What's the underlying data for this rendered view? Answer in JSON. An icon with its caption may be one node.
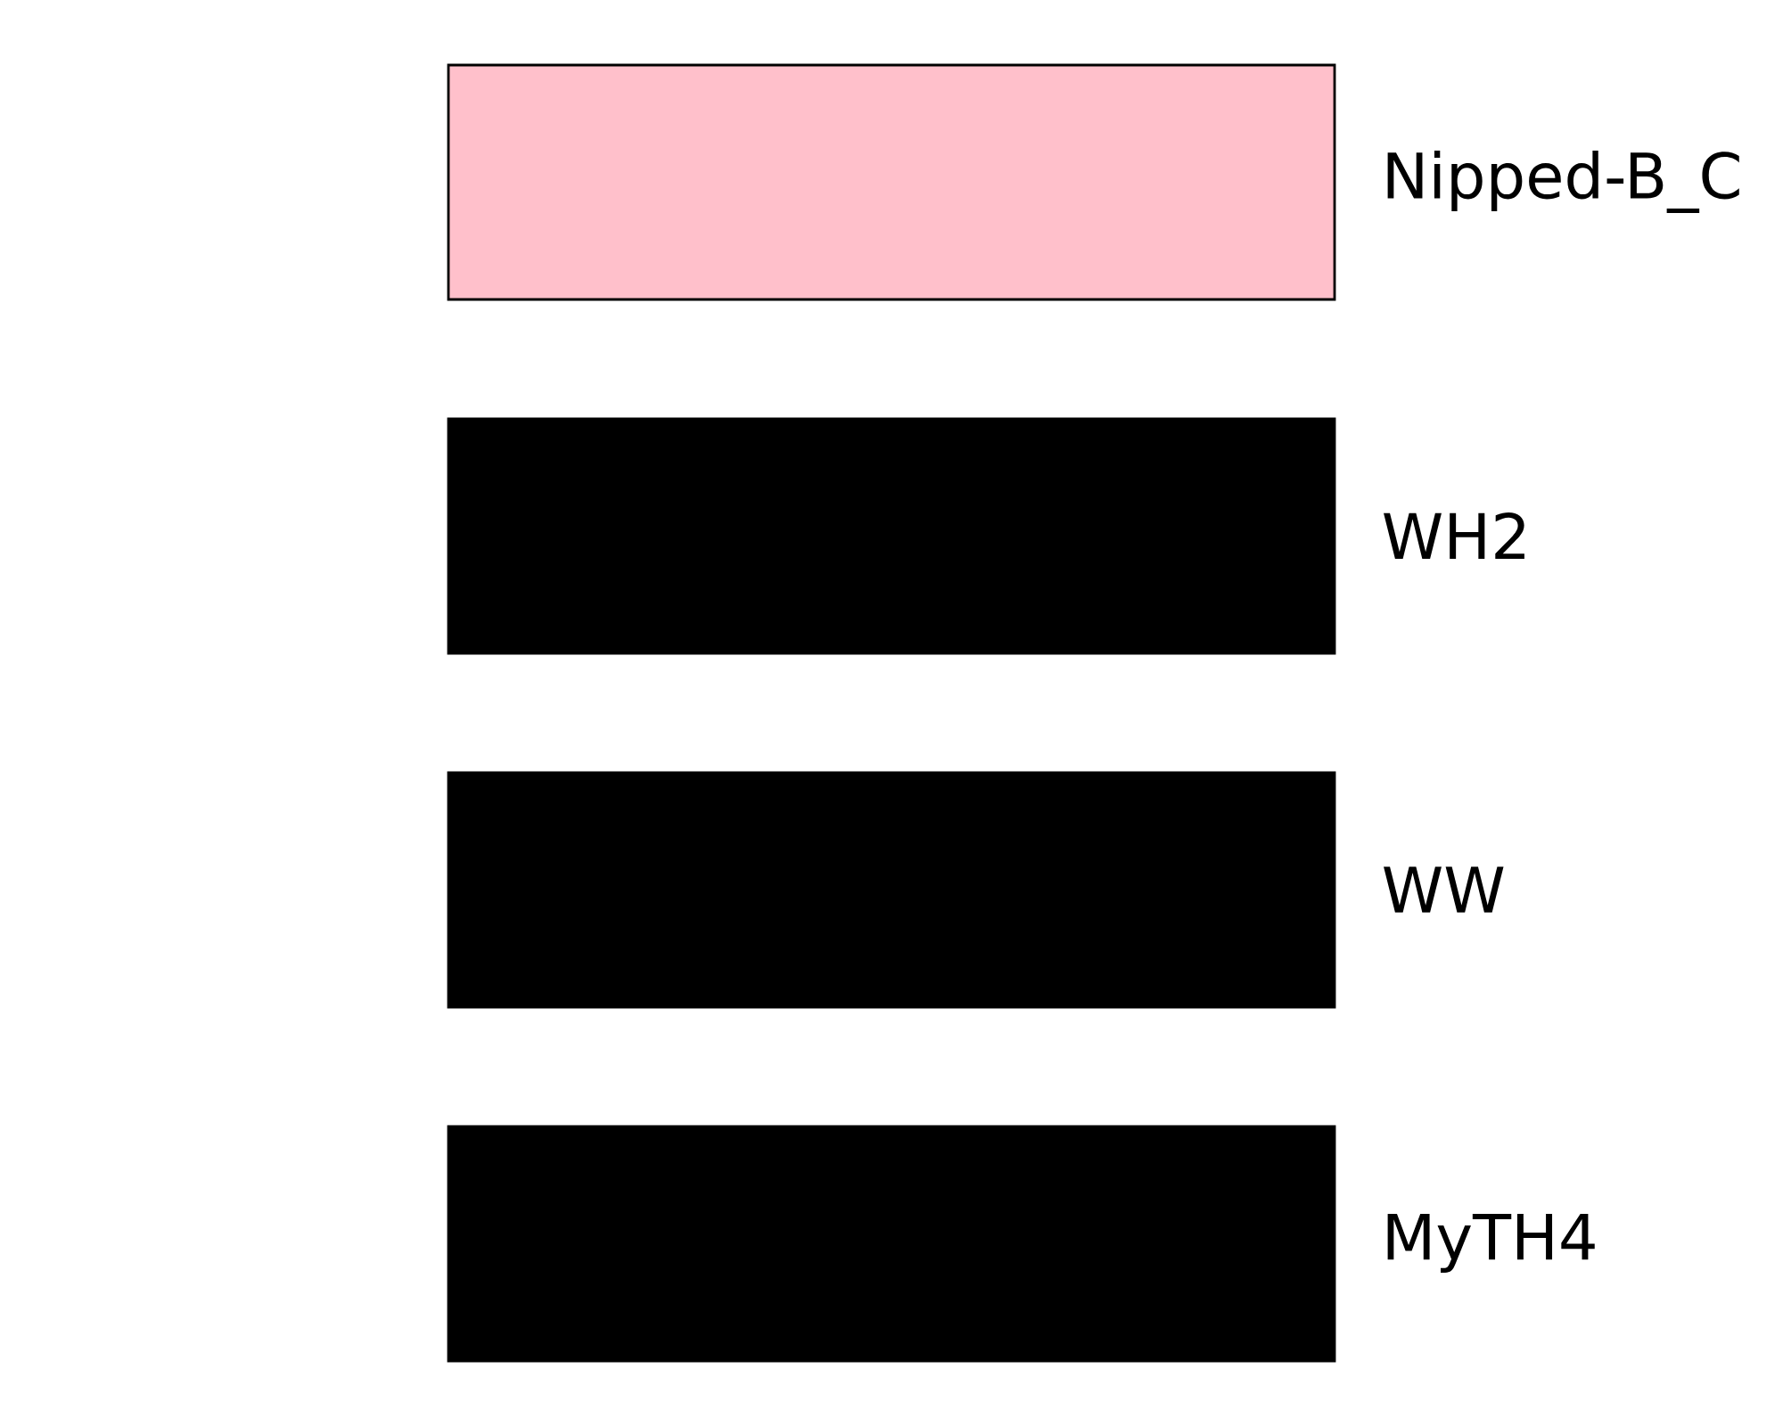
{
  "diagram": {
    "legend": [
      {
        "text": "Nipped-B_C",
        "color": "#ffc0cb"
      },
      {
        "text": "WH2",
        "color": "#000000"
      },
      {
        "text": "WW",
        "color": "#000000"
      },
      {
        "text": "MyTH4",
        "color": "#000000"
      }
    ]
  }
}
